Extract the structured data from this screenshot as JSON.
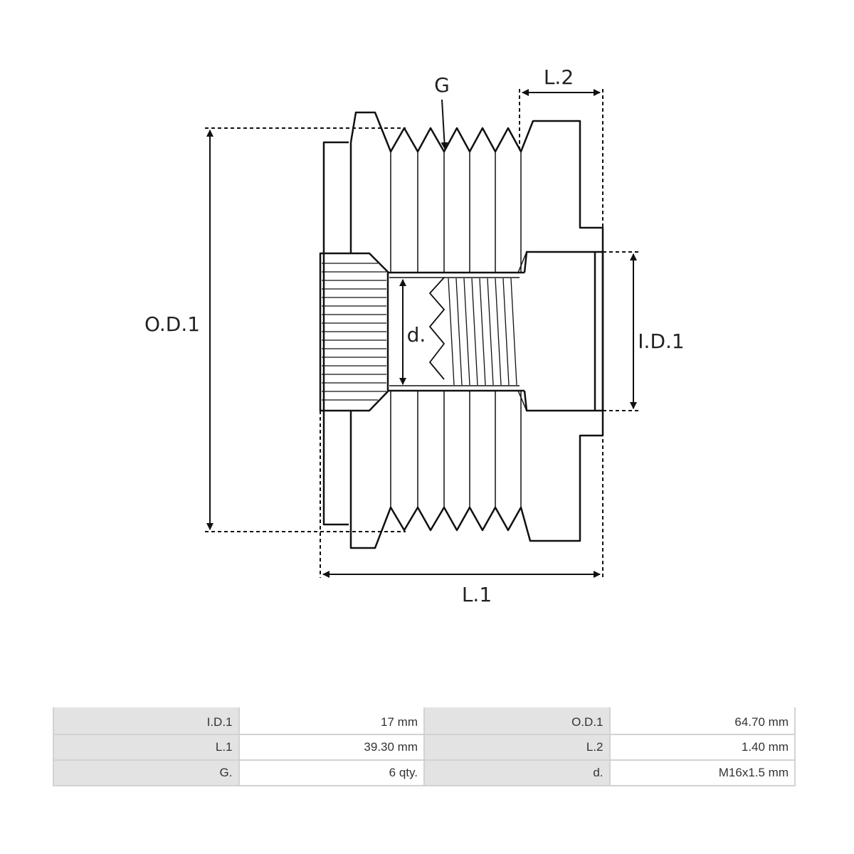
{
  "diagram": {
    "labels": {
      "od1": "O.D.1",
      "id1": "I.D.1",
      "l1": "L.1",
      "l2": "L.2",
      "g": "G",
      "d": "d."
    }
  },
  "specs": {
    "rows": [
      {
        "k1": "I.D.1",
        "v1": "17 mm",
        "k2": "O.D.1",
        "v2": "64.70 mm"
      },
      {
        "k1": "L.1",
        "v1": "39.30 mm",
        "k2": "L.2",
        "v2": "1.40 mm"
      },
      {
        "k1": "G.",
        "v1": "6 qty.",
        "k2": "d.",
        "v2": "M16x1.5 mm"
      }
    ]
  }
}
